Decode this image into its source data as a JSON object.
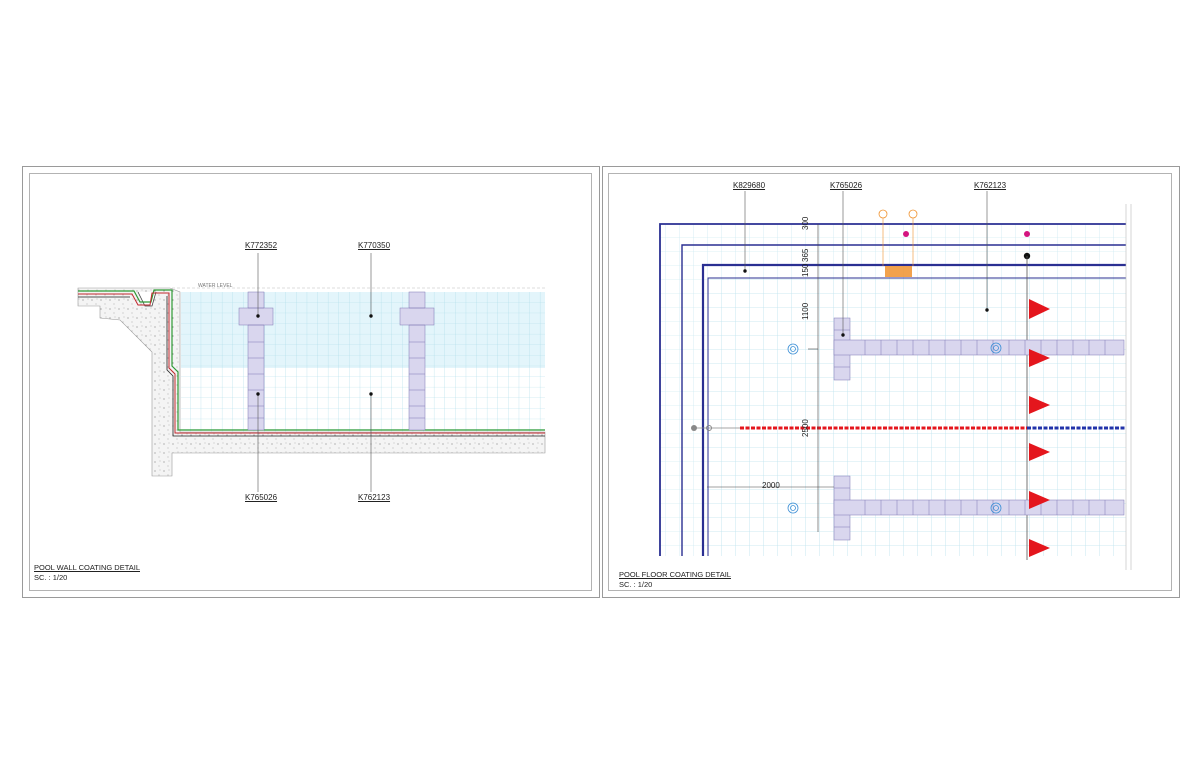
{
  "left_panel": {
    "callouts": {
      "top_left": "K772352",
      "top_right": "K770350",
      "bottom_left": "K765026",
      "bottom_right": "K762123"
    },
    "water_level": "WATER LEVEL",
    "title": "POOL WALL COATING DETAIL",
    "scale": "SC. : 1/20"
  },
  "right_panel": {
    "callouts": {
      "left": "K829680",
      "middle": "K765026",
      "right": "K762123"
    },
    "dimensions": {
      "d300": "300",
      "d365": "365",
      "d150": "150",
      "d1100": "1100",
      "d2500": "2500",
      "d2000": "2000"
    },
    "title": "POOL FLOOR COATING DETAIL",
    "scale": "SC. : 1/20"
  },
  "colors": {
    "grid": "#a9dbe8",
    "water": "#e3f5fb",
    "tile": "#d9d6ee",
    "tile_stroke": "#7e78b4",
    "wall_blue": "#2a2f92",
    "lane_red": "#e4161d",
    "lane_blue": "#2233aa",
    "coating_green": "#2e9a35",
    "coating_red": "#c1272d",
    "flag_red": "#e4161d",
    "magenta": "#d4147f",
    "orange": "#f0922e"
  }
}
